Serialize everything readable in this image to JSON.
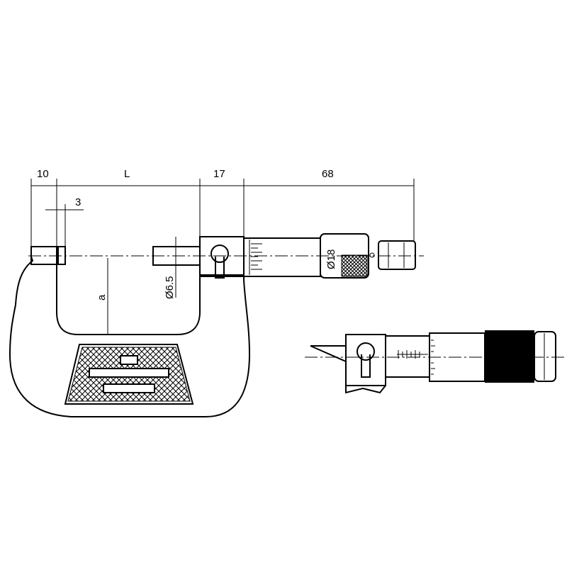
{
  "dimensions": {
    "frame_offset": "10",
    "span": "L",
    "anvil_face": "3",
    "sleeve": "17",
    "thimble_length": "68",
    "spindle_diameter": "Ø6.5",
    "thimble_diameter": "Ø18",
    "throat_depth": "a"
  },
  "colors": {
    "line": "#000000",
    "background": "#ffffff"
  }
}
